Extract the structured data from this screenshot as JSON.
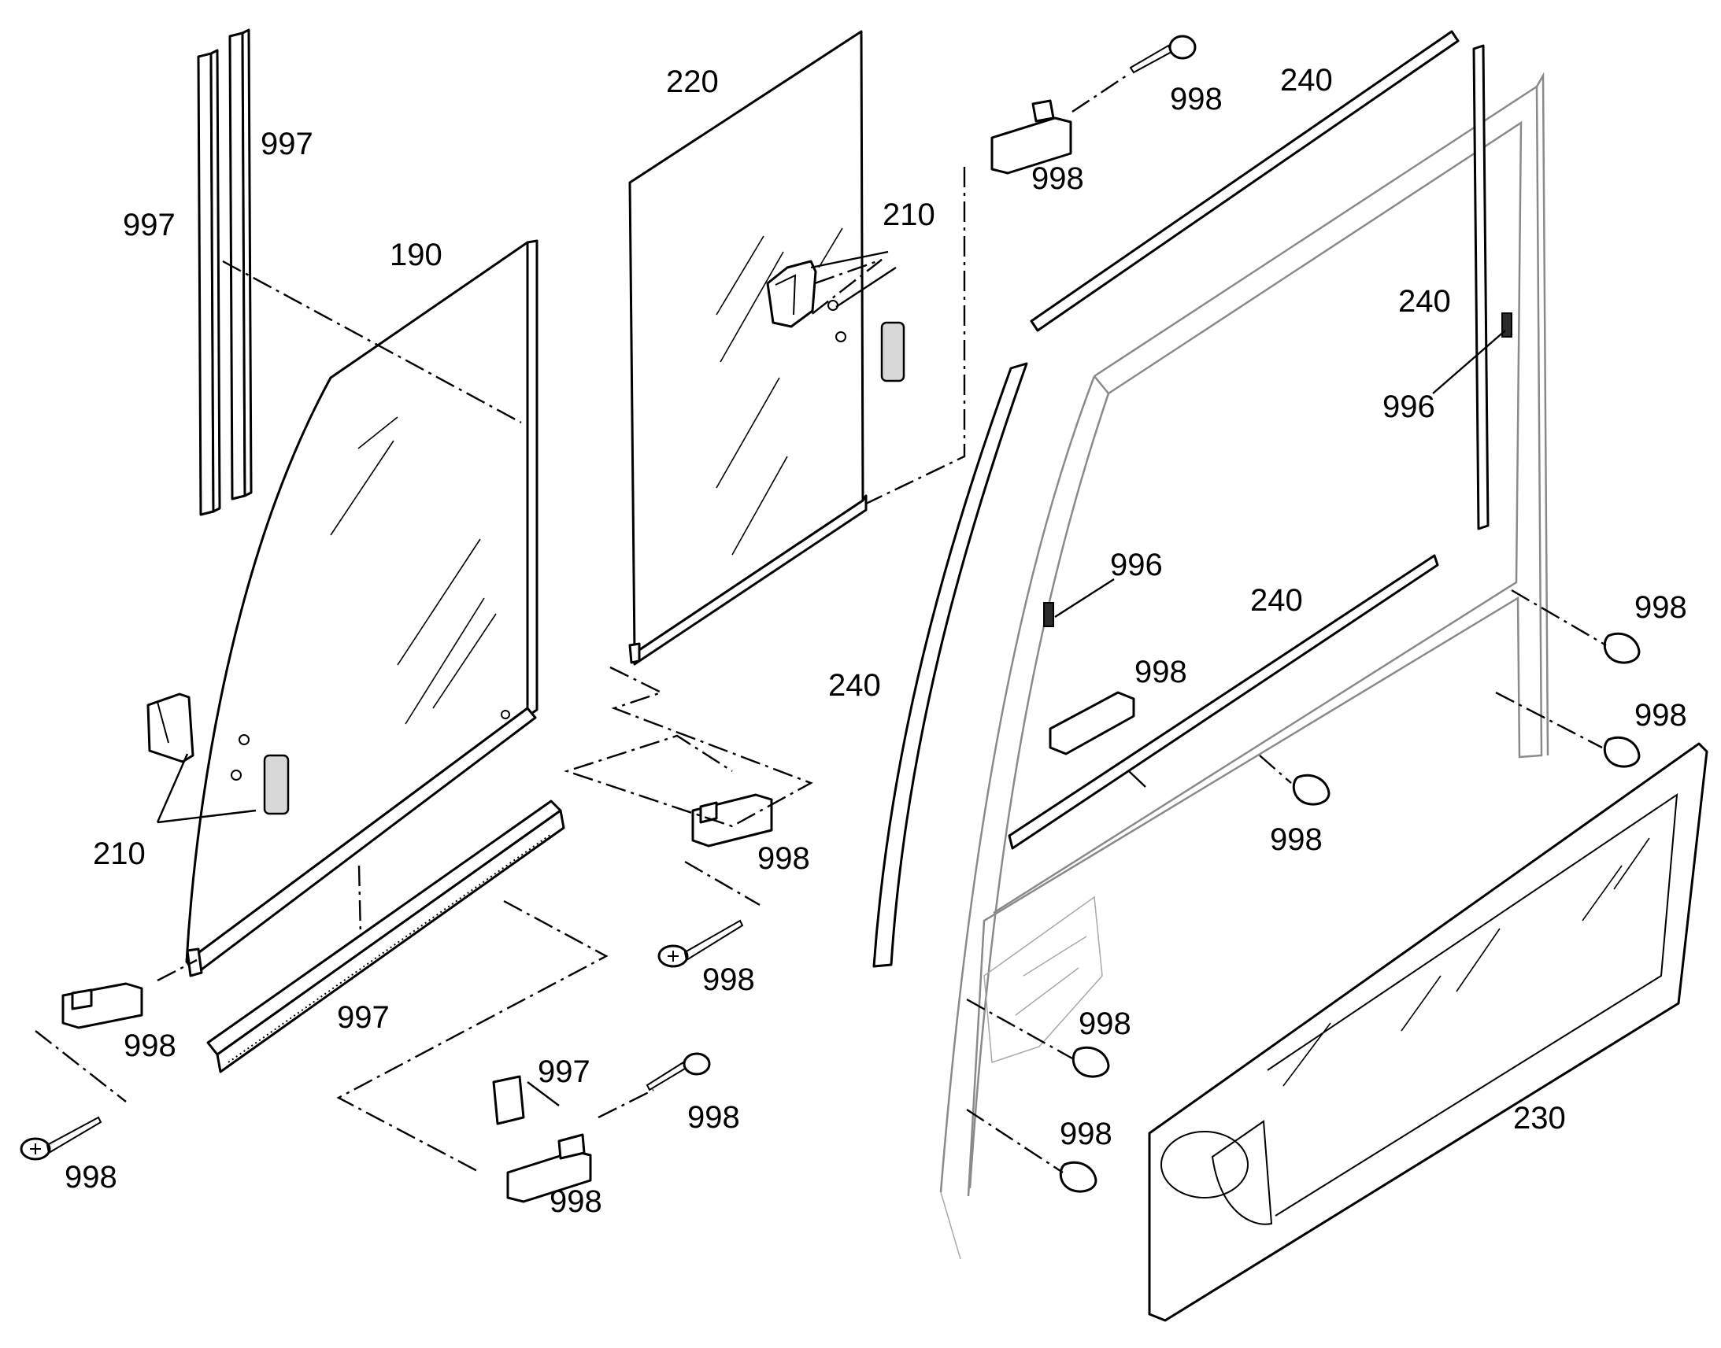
{
  "labels": {
    "l997_a": "997",
    "l997_b": "997",
    "l190": "190",
    "l220": "220",
    "l210_a": "210",
    "l210_b": "210",
    "l998_a": "998",
    "l998_b": "998",
    "l240_a": "240",
    "l240_b": "240",
    "l996_a": "996",
    "l996_b": "996",
    "l240_c": "240",
    "l240_d": "240",
    "l998_c": "998",
    "l998_d": "998",
    "l998_e": "998",
    "l998_f": "998",
    "l998_g": "998",
    "l998_h": "998",
    "l997_c": "997",
    "l998_i": "998",
    "l998_j": "998",
    "l997_d": "997",
    "l998_k": "998",
    "l998_l": "998",
    "l998_m": "998",
    "l998_n": "998",
    "l230": "230"
  },
  "colors": {
    "line": "#000000",
    "ghost_frame": "#8a8a8a",
    "background": "#ffffff"
  }
}
